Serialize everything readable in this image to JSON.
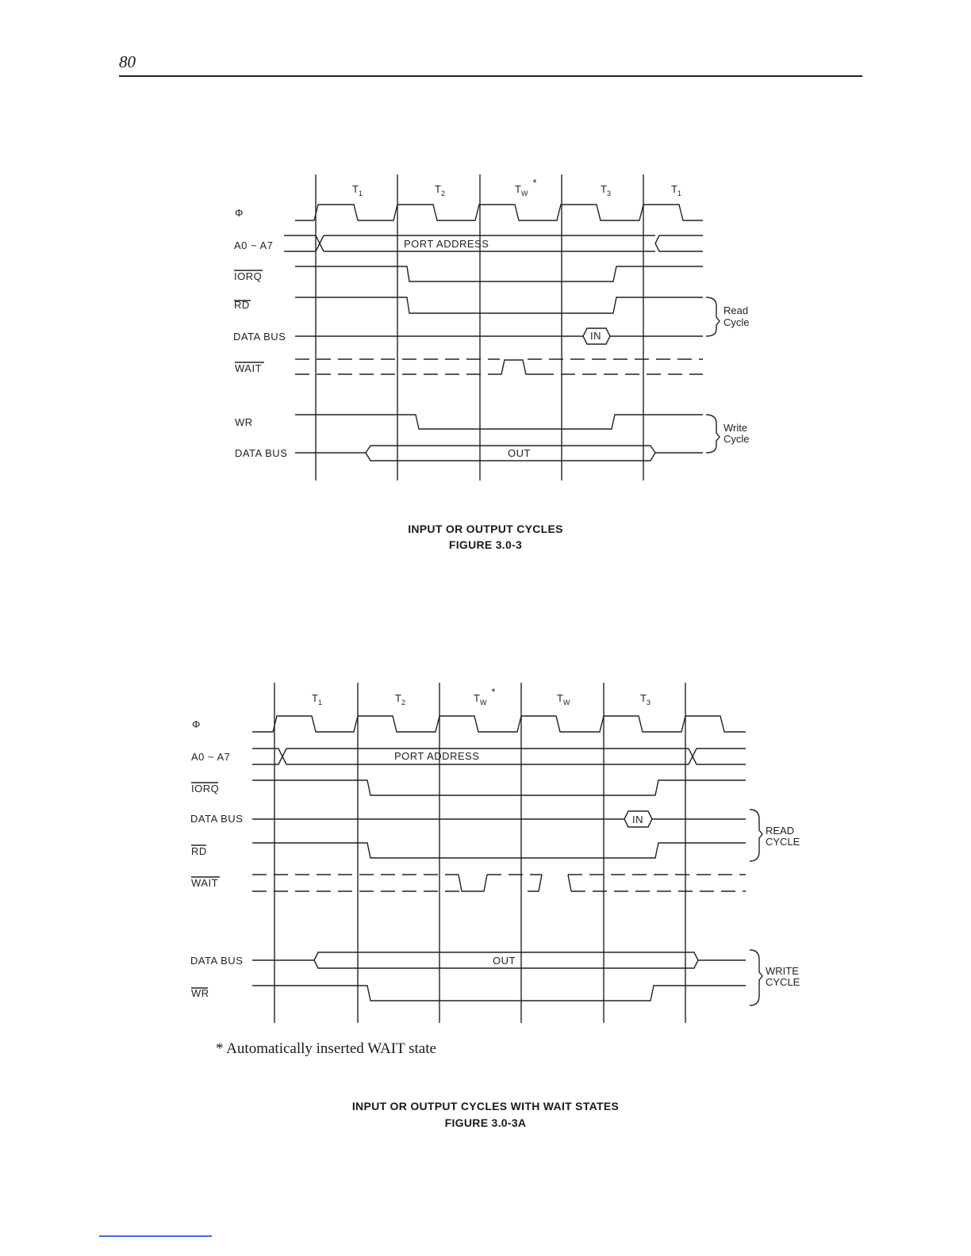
{
  "page": {
    "number": "80"
  },
  "figure1": {
    "periods": [
      {
        "label": "T",
        "sub": "1",
        "star": ""
      },
      {
        "label": "T",
        "sub": "2",
        "star": ""
      },
      {
        "label": "T",
        "sub": "W",
        "star": "*"
      },
      {
        "label": "T",
        "sub": "3",
        "star": ""
      },
      {
        "label": "T",
        "sub": "1",
        "star": ""
      }
    ],
    "signals": {
      "phi": "Φ",
      "addr": "A0 ~ A7",
      "iorq": "IORQ",
      "rd": "RD",
      "data_read": "DATA BUS",
      "wait": "WAIT",
      "wr": "WR",
      "data_write": "DATA BUS"
    },
    "bus_labels": {
      "port_address": "PORT ADDRESS",
      "in": "IN",
      "out": "OUT"
    },
    "groups": {
      "read_1": "Read",
      "read_2": "Cycle",
      "write_1": "Write",
      "write_2": "Cycle"
    },
    "caption": {
      "title": "INPUT OR OUTPUT CYCLES",
      "figure": "FIGURE 3.0-3"
    }
  },
  "figure2": {
    "periods": [
      {
        "label": "T",
        "sub": "1",
        "star": ""
      },
      {
        "label": "T",
        "sub": "2",
        "star": ""
      },
      {
        "label": "T",
        "sub": "W",
        "star": "*"
      },
      {
        "label": "T",
        "sub": "W",
        "star": ""
      },
      {
        "label": "T",
        "sub": "3",
        "star": ""
      }
    ],
    "signals": {
      "phi": "Φ",
      "addr": "A0 ~ A7",
      "iorq": "IORQ",
      "data_read": "DATA BUS",
      "rd": "RD",
      "wait": "WAIT",
      "data_write": "DATA BUS",
      "wr": "WR"
    },
    "bus_labels": {
      "port_address": "PORT ADDRESS",
      "in": "IN",
      "out": "OUT"
    },
    "groups": {
      "read_1": "READ",
      "read_2": "CYCLE",
      "write_1": "WRITE",
      "write_2": "CYCLE"
    },
    "footnote": "* Automatically inserted WAIT state",
    "caption": {
      "title": "INPUT OR OUTPUT CYCLES WITH WAIT STATES",
      "figure": "FIGURE 3.0-3A"
    }
  }
}
